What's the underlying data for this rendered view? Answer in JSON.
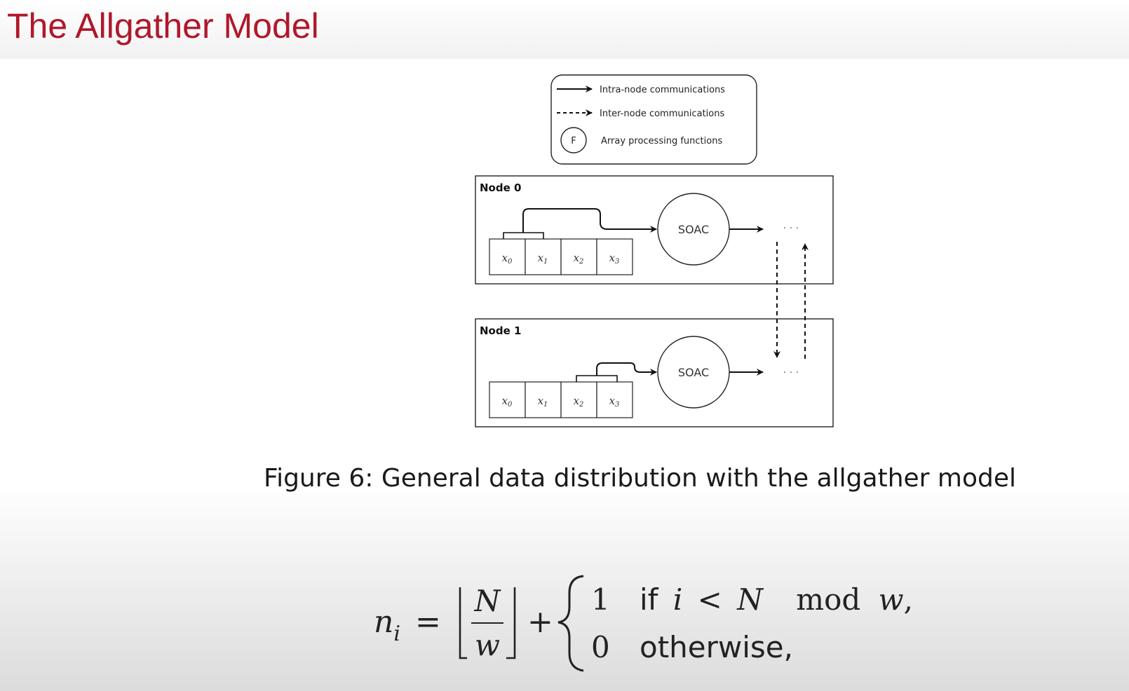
{
  "slide": {
    "title": "The Allgather Model",
    "accent_color": "#b0182b"
  },
  "legend": {
    "intra_label": "Intra-node communications",
    "inter_label": "Inter-node communications",
    "function_symbol": "F",
    "function_label": "Array processing functions"
  },
  "nodes": [
    {
      "label": "Node 0",
      "cells": [
        "x",
        "x",
        "x",
        "x"
      ],
      "subscripts": [
        "0",
        "1",
        "2",
        "3"
      ],
      "soac_label": "SOAC",
      "ellipsis": "· · ·"
    },
    {
      "label": "Node 1",
      "cells": [
        "x",
        "x",
        "x",
        "x"
      ],
      "subscripts": [
        "0",
        "1",
        "2",
        "3"
      ],
      "soac_label": "SOAC",
      "ellipsis": "· · ·"
    }
  ],
  "caption": "Figure 6: General data distribution with the allgather model",
  "formula": {
    "lhs_var": "n",
    "lhs_sub": "i",
    "equals": "=",
    "numerator": "N",
    "denominator": "w",
    "plus": "+",
    "case1_value": "1",
    "case1_if": "if",
    "case1_i": "i",
    "case1_lt": "<",
    "case1_N": "N",
    "case1_mod": "mod",
    "case1_w": "w",
    "case1_comma": ",",
    "case2_value": "0",
    "case2_text": "otherwise,"
  }
}
